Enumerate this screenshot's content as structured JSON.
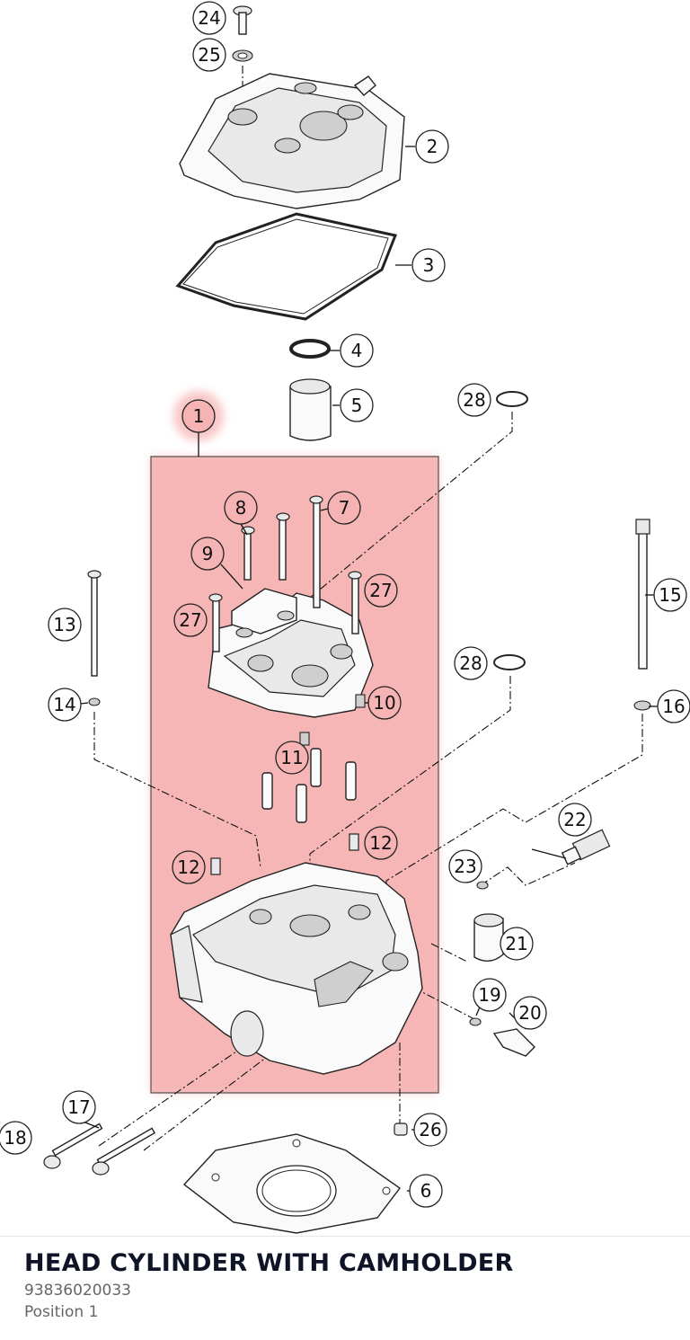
{
  "diagram": {
    "callouts": [
      {
        "label": "1",
        "highlighted": true
      },
      {
        "label": "2"
      },
      {
        "label": "3"
      },
      {
        "label": "4"
      },
      {
        "label": "5"
      },
      {
        "label": "6"
      },
      {
        "label": "7"
      },
      {
        "label": "8"
      },
      {
        "label": "9"
      },
      {
        "label": "10"
      },
      {
        "label": "11"
      },
      {
        "label": "12"
      },
      {
        "label": "12"
      },
      {
        "label": "13"
      },
      {
        "label": "14"
      },
      {
        "label": "15"
      },
      {
        "label": "16"
      },
      {
        "label": "17"
      },
      {
        "label": "18"
      },
      {
        "label": "19"
      },
      {
        "label": "20"
      },
      {
        "label": "21"
      },
      {
        "label": "22"
      },
      {
        "label": "23"
      },
      {
        "label": "24"
      },
      {
        "label": "25"
      },
      {
        "label": "26"
      },
      {
        "label": "27"
      },
      {
        "label": "27"
      },
      {
        "label": "28"
      },
      {
        "label": "28"
      }
    ],
    "highlight_color": "#f5a3a3"
  },
  "footer": {
    "title": "HEAD CYLINDER WITH CAMHOLDER",
    "part_number": "93836020033",
    "position": "Position 1"
  }
}
